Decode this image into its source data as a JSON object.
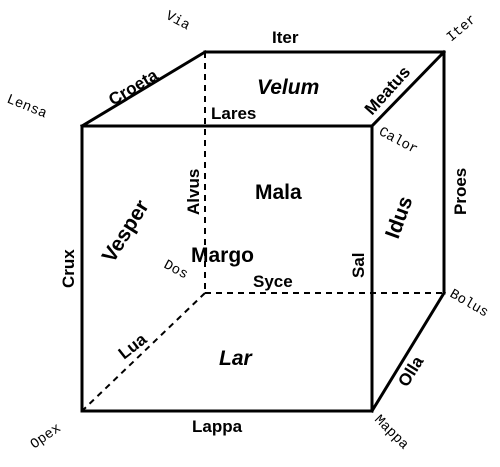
{
  "vertices": {
    "front_top_left": "Lensa",
    "back_top_left": "Via",
    "back_top_right": "Iter",
    "front_top_right": "Calor",
    "back_bottom_left": "Dos",
    "back_bottom_right": "Bolus",
    "front_bottom_left": "Opex",
    "front_bottom_right": "Mappa"
  },
  "edges": {
    "top_back": "Iter",
    "top_left": "Croeta",
    "top_right": "Meatus",
    "top_front": "Lares",
    "back_left_vertical": "Alvus",
    "back_right_vertical": "Proes",
    "front_left_vertical": "Crux",
    "front_right_vertical": "Sal",
    "bottom_back": "Syce",
    "bottom_left": "Lua",
    "bottom_right": "Olla",
    "bottom_front": "Lappa"
  },
  "faces": {
    "top": "Velum",
    "back": "Mala",
    "front": "Margo",
    "left": "Vesper",
    "right": "Idus",
    "bottom": "Lar"
  }
}
